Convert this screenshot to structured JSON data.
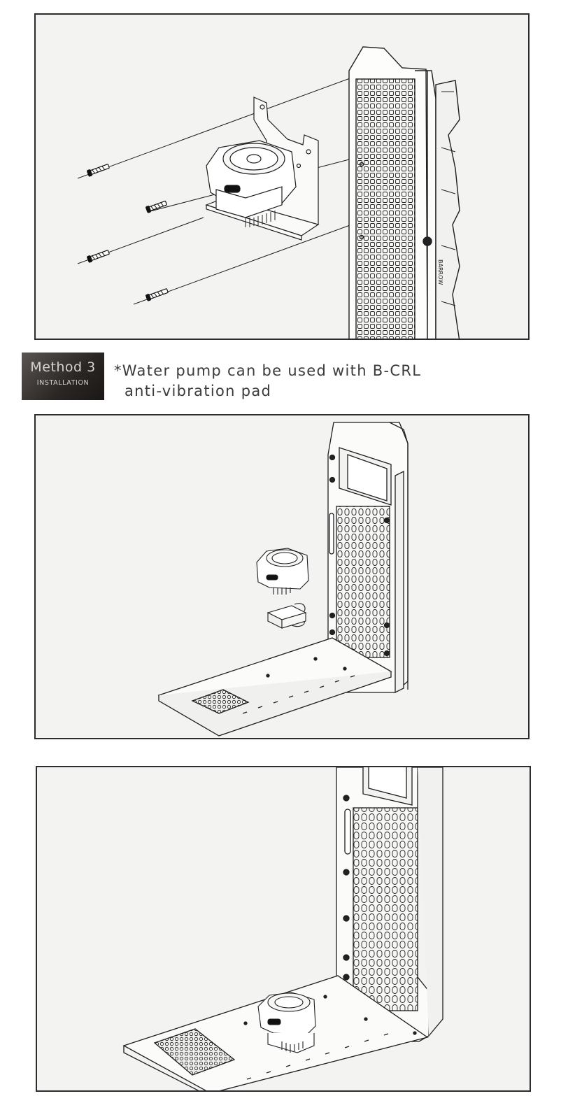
{
  "method": {
    "title": "Method 3",
    "subtitle": "INSTALLATION"
  },
  "note": {
    "line1": "*Water pump can be used with B-CRL",
    "line2": "anti-vibration pad"
  },
  "figures": {
    "radiator_brand": "BARROW"
  },
  "colors": {
    "line": "#1e1e1e",
    "panel_bg": "#f3f3f2",
    "badge_dark": "#2a2624"
  }
}
